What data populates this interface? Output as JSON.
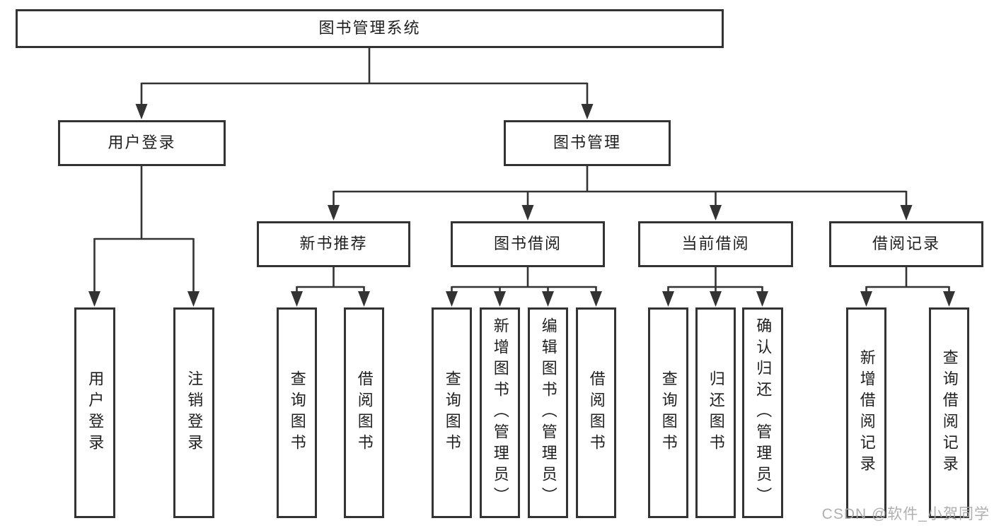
{
  "tree": {
    "root": "图书管理系统",
    "children": [
      {
        "label": "用户登录",
        "leaves": [
          "用户登录",
          "注销登录"
        ]
      },
      {
        "label": "图书管理",
        "children": [
          {
            "label": "新书推荐",
            "leaves": [
              "查询图书",
              "借阅图书"
            ]
          },
          {
            "label": "图书借阅",
            "leaves": [
              "查询图书",
              "新增图书（管理员）",
              "编辑图书（管理员）",
              "借阅图书"
            ]
          },
          {
            "label": "当前借阅",
            "leaves": [
              "查询图书",
              "归还图书",
              "确认归还（管理员）"
            ]
          },
          {
            "label": "借阅记录",
            "leaves": [
              "新增借阅记录",
              "查询借阅记录"
            ]
          }
        ]
      }
    ]
  },
  "watermark": {
    "text": "CSDN @软件_小贺同学"
  },
  "colors": {
    "line": "#333333",
    "box_border": "#333333",
    "box_fill": "#ffffff",
    "text": "#1f1f1f",
    "watermark": "#a8a8a8",
    "background": "#ffffff"
  }
}
